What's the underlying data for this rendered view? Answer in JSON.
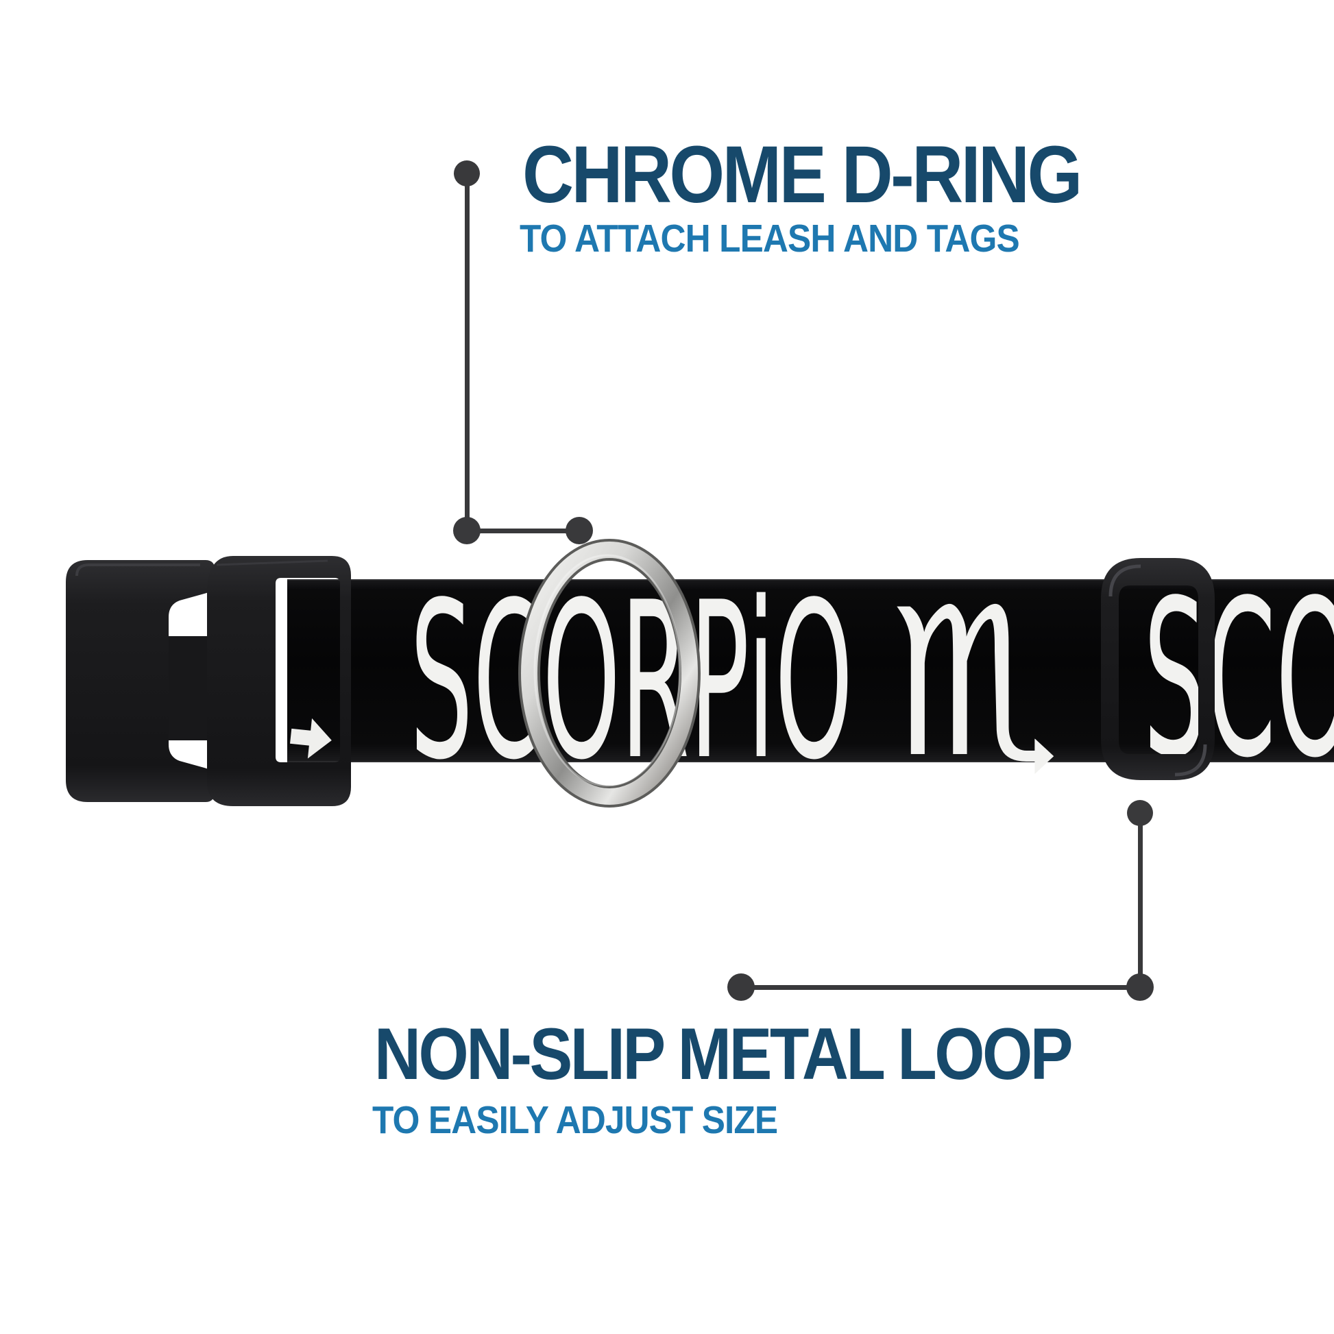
{
  "page": {
    "background_color": "#ffffff",
    "connector_color": "#39393b"
  },
  "callout_top": {
    "title": "CHROME D-RING",
    "subtitle": "TO ATTACH LEASH AND TAGS",
    "title_color": "#17496b",
    "subtitle_color": "#1e78b0"
  },
  "callout_bottom": {
    "title": "NON-SLIP METAL LOOP",
    "subtitle": "TO EASILY ADJUST SIZE",
    "title_color": "#17496b",
    "subtitle_color": "#1e78b0"
  },
  "collar": {
    "strap_word": "SCORPiO",
    "zodiac_symbol": "♏",
    "strap_word_partial": "SCO",
    "strap_color": "#0a0a0b",
    "lettering_color": "#f2f2f0",
    "plastic_color": "#1d1d1f",
    "chrome_colors": {
      "light": "#f0f0ee",
      "mid": "#c9c9c7",
      "dark": "#77716d"
    },
    "components": {
      "buckle": "side-release-buckle",
      "ring": "chrome-d-ring",
      "slider": "non-slip-metal-loop-slider",
      "arrow": "pattern-arrow"
    }
  }
}
